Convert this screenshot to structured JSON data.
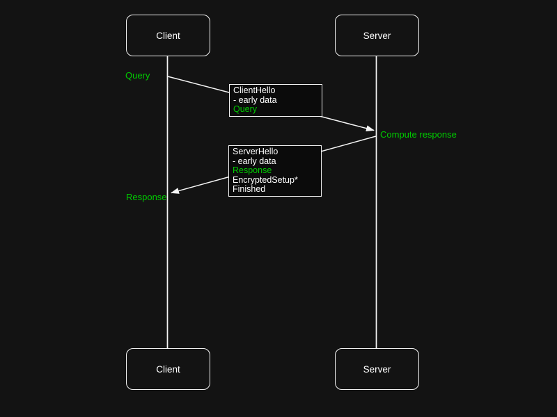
{
  "colors": {
    "background": "#131313",
    "stroke": "#f5f5f5",
    "text": "#ffffff",
    "accent_green": "#00cc00",
    "message_box_fill": "#0b0b0b"
  },
  "actors": {
    "client_top": "Client",
    "server_top": "Server",
    "client_bottom": "Client",
    "server_bottom": "Server"
  },
  "annotations": {
    "query": "Query",
    "compute_response": "Compute response",
    "response": "Response"
  },
  "messages": {
    "client_hello": {
      "line1": "ClientHello",
      "line2": "- early data",
      "line3": "Query"
    },
    "server_hello": {
      "line1": "ServerHello",
      "line2": "- early data",
      "line3": "Response",
      "line4": "EncryptedSetup*",
      "line5": "Finished"
    }
  }
}
